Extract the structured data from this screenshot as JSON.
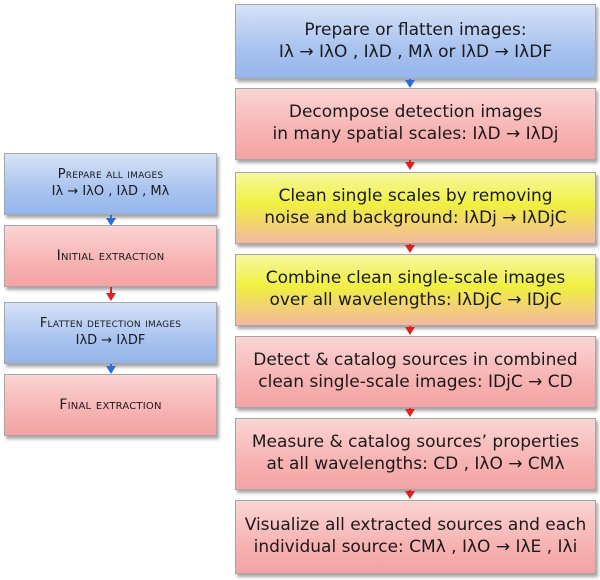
{
  "left": {
    "boxes": [
      {
        "line1": "Prepare all images",
        "line2": "Iλ → IλO , IλD , Mλ"
      },
      {
        "line1": "Initial extraction"
      },
      {
        "line1": "Flatten detection images",
        "line2": "IλD → IλDF"
      },
      {
        "line1": "Final extraction"
      }
    ]
  },
  "right": {
    "boxes": [
      {
        "line1": "Prepare or flatten images:",
        "line2": "Iλ → IλO , IλD , Mλ or IλD → IλDF"
      },
      {
        "line1": "Decompose detection images",
        "line2": "in many spatial scales: IλD → IλDj"
      },
      {
        "line1": "Clean single scales by removing",
        "line2": "noise and background: IλDj → IλDjC"
      },
      {
        "line1": "Combine clean single-scale images",
        "line2": "over all wavelengths: IλDjC → IDjC"
      },
      {
        "line1": "Detect & catalog sources in combined",
        "line2": "clean single-scale images: IDjC → CD"
      },
      {
        "line1": "Measure & catalog sources’ properties",
        "line2": "at all wavelengths: CD , IλO → CMλ"
      },
      {
        "line1": "Visualize all extracted sources and each",
        "line2": "individual source: CMλ , IλO → IλE , Iλi"
      }
    ]
  }
}
